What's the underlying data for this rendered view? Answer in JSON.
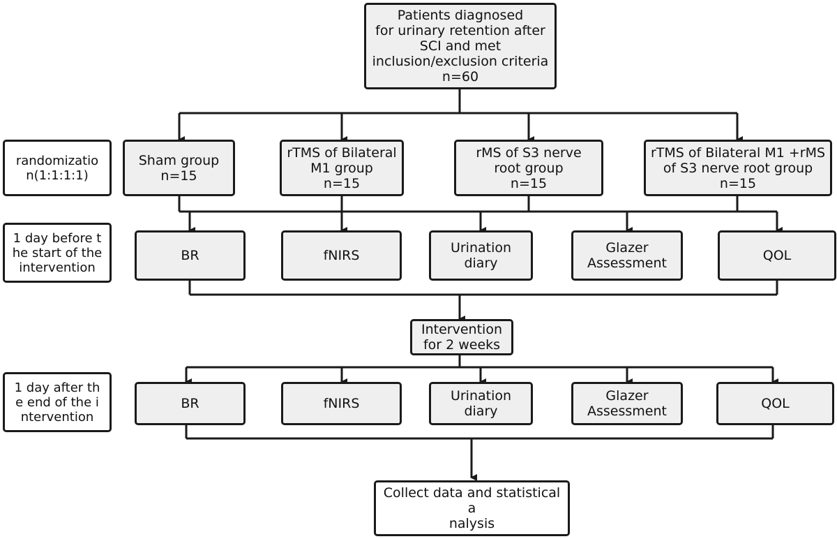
{
  "top": {
    "text": "Patients diagnosed\nfor urinary retention after\nSCI and met\ninclusion/exclusion criteria\nn=60"
  },
  "side_labels": [
    {
      "text": "randomizatio\nn(1:1:1:1)"
    },
    {
      "text": "1 day before t\nhe start of the\nintervention"
    },
    {
      "text": "1 day after th\ne end of the i\nntervention"
    }
  ],
  "groups": [
    {
      "text": "Sham  group\nn=15"
    },
    {
      "text": "rTMS of Bilateral\nM1 group\nn=15"
    },
    {
      "text": "rMS of S3 nerve\nroot group\nn=15"
    },
    {
      "text": "rTMS of Bilateral M1 +rMS\nof S3 nerve root group\nn=15"
    }
  ],
  "assessments_before": [
    {
      "text": "BR"
    },
    {
      "text": "fNIRS"
    },
    {
      "text": "Urination\ndiary"
    },
    {
      "text": "Glazer\nAssessment"
    },
    {
      "text": "QOL"
    }
  ],
  "intervention": {
    "text": "Intervention\nfor 2 weeks"
  },
  "assessments_after": [
    {
      "text": "BR"
    },
    {
      "text": "fNIRS"
    },
    {
      "text": "Urination\ndiary"
    },
    {
      "text": "Glazer\nAssessment"
    },
    {
      "text": "QOL"
    }
  ],
  "final": {
    "text": "Collect data and statistical a\nnalysis"
  },
  "colors": {
    "box_fill": "#efefef",
    "stroke": "#1a1a1a"
  }
}
